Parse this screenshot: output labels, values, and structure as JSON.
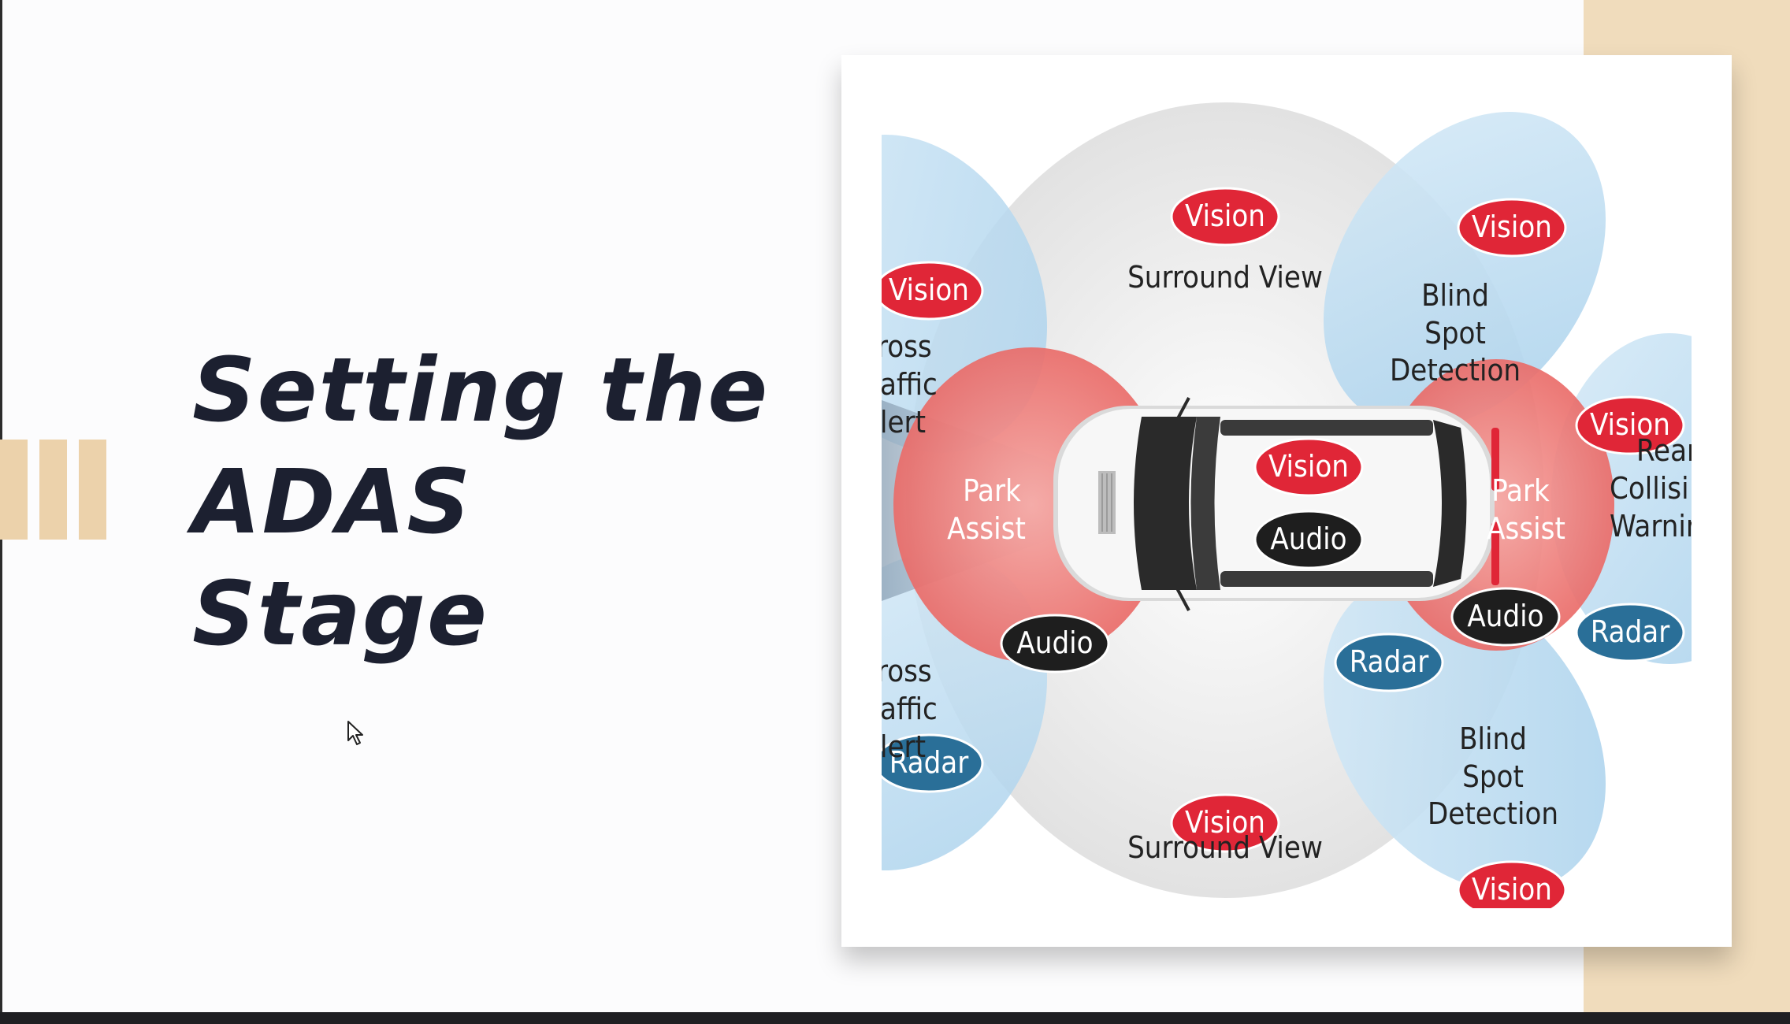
{
  "slide": {
    "title_lines": [
      "Setting the",
      "ADAS",
      "Stage"
    ],
    "accent_color": "#f0dcbc",
    "stripe_color": "#ecd2ab",
    "title_color": "#1c2030"
  },
  "diagram": {
    "colors": {
      "vision_badge": "#e02637",
      "radar_badge": "#2a6f98",
      "audio_badge": "#1e1e1e",
      "park_assist_zone": "#ee7f7c",
      "blind_spot_zone": "#bcdcf0",
      "surround_zone": "#e8e8e8"
    },
    "badges": {
      "vision_top": "Vision",
      "vision_bottom": "Vision",
      "vision_top_left": "Vision",
      "vision_blind_top": "Vision",
      "vision_rear_right": "Vision",
      "vision_blind_bottom": "Vision",
      "vision_car": "Vision",
      "audio_car": "Audio",
      "audio_front": "Audio",
      "audio_rear": "Audio",
      "radar_front_left": "Radar",
      "radar_blind": "Radar",
      "radar_rear": "Radar"
    },
    "labels": {
      "surround_view_top": "Surround View",
      "surround_view_bottom": "Surround View",
      "blind_spot_top": [
        "Blind",
        "Spot",
        "Detection"
      ],
      "blind_spot_bottom": [
        "Blind",
        "Spot",
        "Detection"
      ],
      "cross_traffic_top": [
        "ross",
        "affic",
        "lert"
      ],
      "cross_traffic_bottom": [
        "ross",
        "affic",
        "lert"
      ],
      "park_assist_front": [
        "Park",
        "Assist"
      ],
      "park_assist_rear": [
        "Park",
        "Assist"
      ],
      "rear_collision": [
        "Rear",
        "Collisi",
        "Warnir"
      ]
    }
  }
}
